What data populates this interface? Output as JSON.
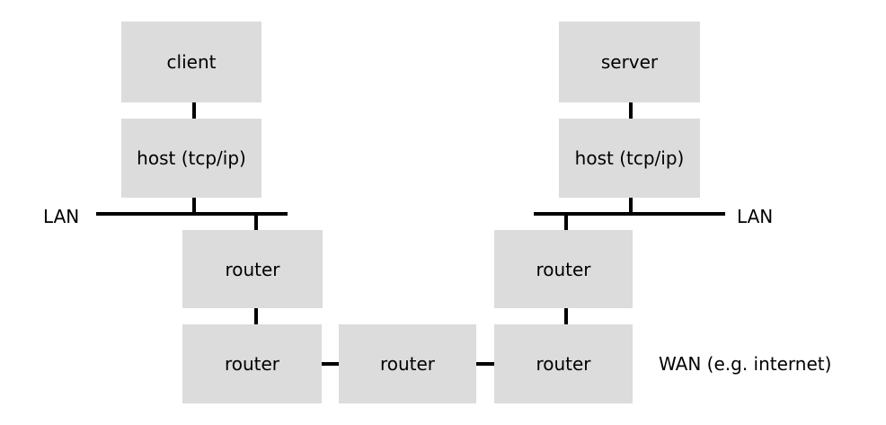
{
  "nodes": {
    "client": "client",
    "server": "server",
    "host_left": "host (tcp/ip)",
    "host_right": "host (tcp/ip)",
    "router_left_upper": "router",
    "router_right_upper": "router",
    "router_left_lower": "router",
    "router_middle": "router",
    "router_right_lower": "router"
  },
  "labels": {
    "lan_left": "LAN",
    "lan_right": "LAN",
    "wan": "WAN (e.g. internet)"
  }
}
